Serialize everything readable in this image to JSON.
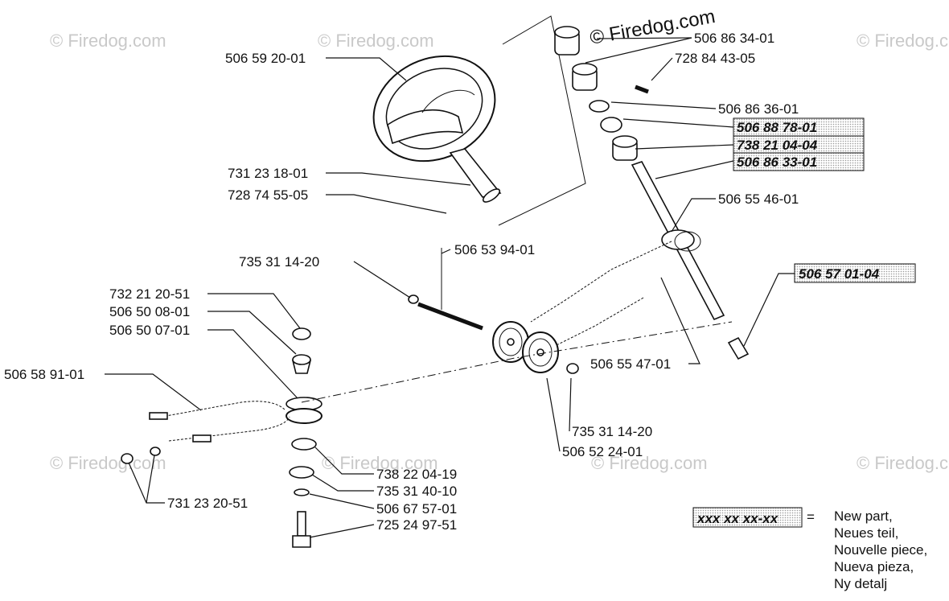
{
  "watermark": "© Firedog.com",
  "parts": [
    {
      "id": "p1",
      "number": "506 59 20-01",
      "new": false
    },
    {
      "id": "p2",
      "number": "731 23 18-01",
      "new": false
    },
    {
      "id": "p3",
      "number": "728 74 55-05",
      "new": false
    },
    {
      "id": "p4",
      "number": "506 86 34-01",
      "new": false
    },
    {
      "id": "p5",
      "number": "728 84 43-05",
      "new": false
    },
    {
      "id": "p6",
      "number": "506 86 36-01",
      "new": false
    },
    {
      "id": "p7",
      "number": "506 88 78-01",
      "new": true
    },
    {
      "id": "p8",
      "number": "738 21 04-04",
      "new": true
    },
    {
      "id": "p9",
      "number": "506 86 33-01",
      "new": true
    },
    {
      "id": "p10",
      "number": "506 55 46-01",
      "new": false
    },
    {
      "id": "p11",
      "number": "735 31 14-20",
      "new": false
    },
    {
      "id": "p12",
      "number": "506 53 94-01",
      "new": false
    },
    {
      "id": "p13",
      "number": "506 57 01-04",
      "new": true
    },
    {
      "id": "p14",
      "number": "732 21 20-51",
      "new": false
    },
    {
      "id": "p15",
      "number": "506 50 08-01",
      "new": false
    },
    {
      "id": "p16",
      "number": "506 50 07-01",
      "new": false
    },
    {
      "id": "p17",
      "number": "506 58 91-01",
      "new": false
    },
    {
      "id": "p18",
      "number": "506 55 47-01",
      "new": false
    },
    {
      "id": "p19",
      "number": "735 31 14-20",
      "new": false
    },
    {
      "id": "p20",
      "number": "506 52 24-01",
      "new": false
    },
    {
      "id": "p21",
      "number": "738 22 04-19",
      "new": false
    },
    {
      "id": "p22",
      "number": "735 31 40-10",
      "new": false
    },
    {
      "id": "p23",
      "number": "506 67 57-01",
      "new": false
    },
    {
      "id": "p24",
      "number": "725 24 97-51",
      "new": false
    },
    {
      "id": "p25",
      "number": "731 23 20-51",
      "new": false
    }
  ],
  "legend": {
    "code": "xxx xx xx-xx",
    "equals": "=",
    "lines": [
      "New part,",
      "Neues teil,",
      "Nouvelle piece,",
      "Nueva pieza,",
      "Ny detalj"
    ]
  }
}
